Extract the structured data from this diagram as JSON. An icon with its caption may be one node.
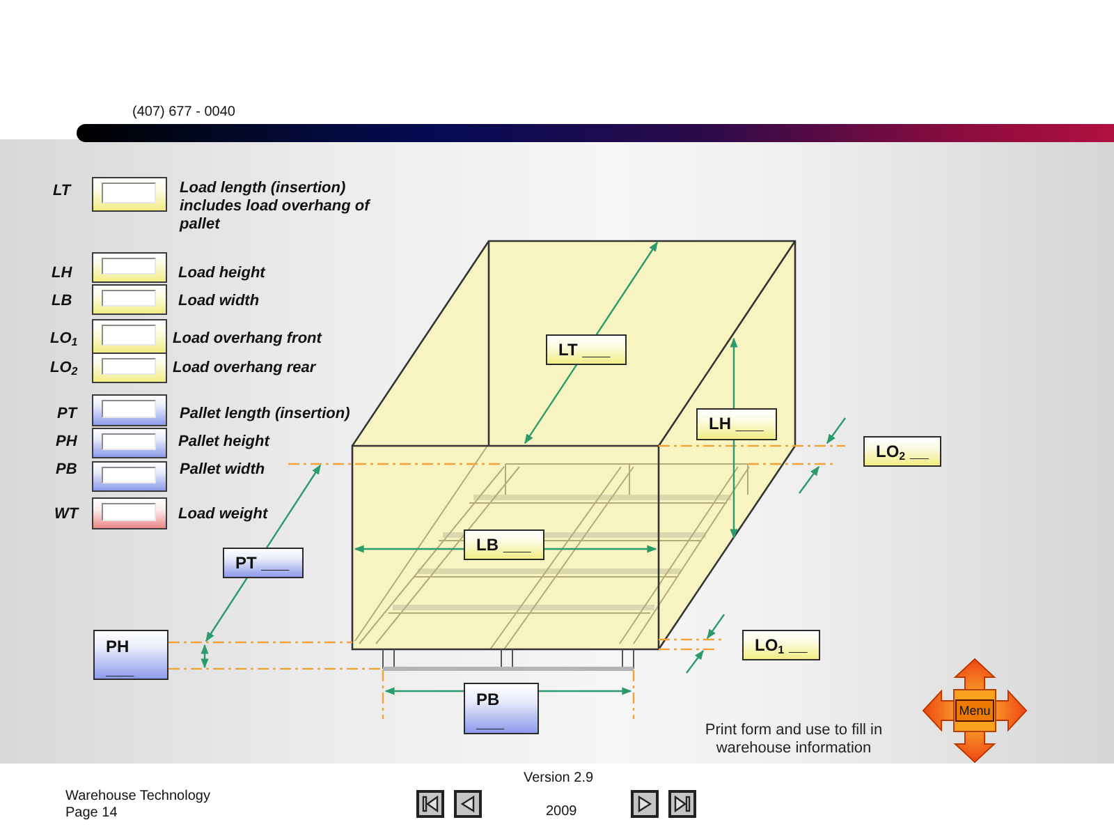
{
  "diagram": {
    "nodes": [
      {
        "text": [
          "LT ___"
        ]
      },
      {
        "text": [
          "LH ___"
        ]
      },
      {
        "text": [
          "LO$_{2}$ __"
        ]
      },
      {
        "text": [
          "LB ___"
        ]
      },
      {
        "text": [
          "PT ___"
        ]
      },
      {
        "text": [
          "PH ___"
        ]
      },
      {
        "text": [
          "LO$_{1}$ __"
        ]
      },
      {
        "text": [
          "PB ___"
        ]
      }
    ],
    "labels": [
      "(407) 677 - 0040",
      "LT",
      "Load length (insertion) includes load overhang of pallet",
      "LH",
      "Load height",
      "LB",
      "Load width",
      "LO$_{1}$",
      "Load overhang front",
      "LO$_{2}$",
      "Load overhang rear",
      "PT",
      "Pallet length (insertion)",
      "PH",
      "Pallet height",
      "PB",
      "Pallet width",
      "WT",
      "Load weight",
      "Print form and use to fill in warehouse information",
      "Menu",
      "Version 2.9",
      "Warehouse Technology",
      "Page 14",
      "2009"
    ]
  }
}
